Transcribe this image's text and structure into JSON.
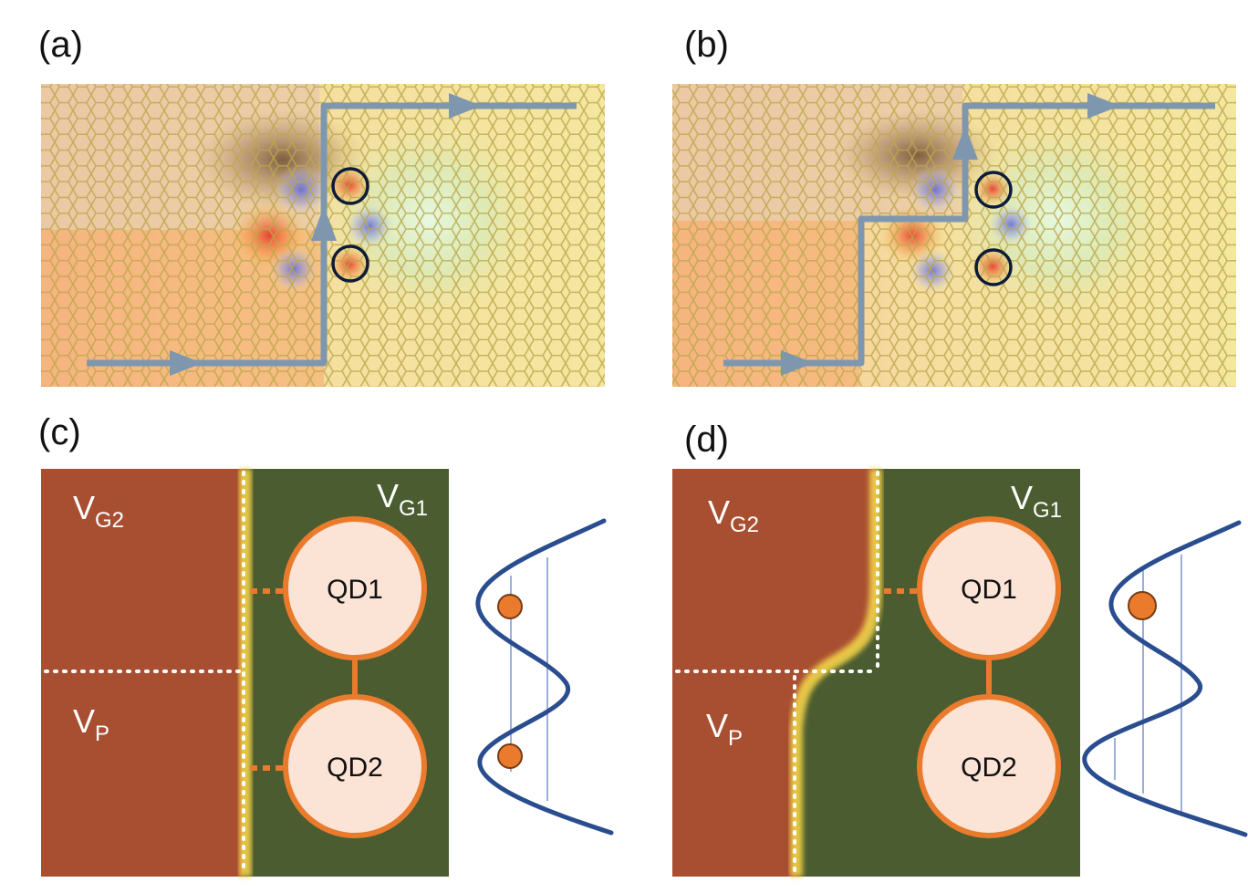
{
  "panels": {
    "a": {
      "label": "(a)"
    },
    "b": {
      "label": "(b)"
    },
    "c": {
      "label": "(c)",
      "gate_g2": {
        "main": "V",
        "sub": "G2"
      },
      "gate_g1": {
        "main": "V",
        "sub": "G1"
      },
      "gate_p": {
        "main": "V",
        "sub": "P"
      },
      "dot1": "QD1",
      "dot2": "QD2"
    },
    "d": {
      "label": "(d)",
      "gate_g2": {
        "main": "V",
        "sub": "G2"
      },
      "gate_g1": {
        "main": "V",
        "sub": "G1"
      },
      "gate_p": {
        "main": "V",
        "sub": "P"
      },
      "dot1": "QD1",
      "dot2": "QD2"
    }
  },
  "colors": {
    "gate_rust": "#a84f32",
    "gate_green": "#4b5c30",
    "edge_glow": "#f2d249",
    "dot_fill": "#fbe3d6",
    "dot_stroke": "#ea7b2c",
    "potential": "#2a4d8f",
    "path_arrow": "#7f97ae",
    "hex_stroke": "#bca84b",
    "electron": "#ea7b2c"
  },
  "icons": {
    "path_arrow": "current-path-arrow-icon",
    "electron": "electron-icon",
    "ring": "dot-site-ring-icon"
  }
}
